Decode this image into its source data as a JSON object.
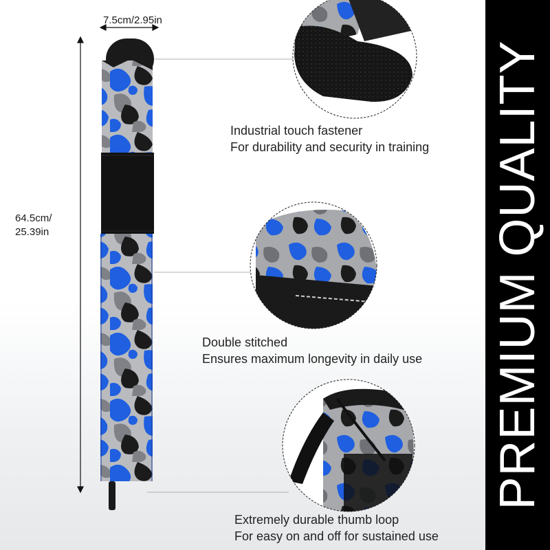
{
  "banner": {
    "text": "PREMIUM QUALITY"
  },
  "dimensions": {
    "width": "7.5cm/2.95in",
    "length_line1": "64.5cm/",
    "length_line2": "25.39in"
  },
  "features": [
    {
      "title": "Industrial touch fastener",
      "subtitle": "For durability and security in training"
    },
    {
      "title": "Double stitched",
      "subtitle": "Ensures maximum longevity in daily use"
    },
    {
      "title": "Extremely durable thumb loop",
      "subtitle": "For easy on and off for sustained use"
    }
  ],
  "colors": {
    "camo_blue": "#1f5fe0",
    "camo_gray": "#9a9ca0",
    "camo_black": "#1b1b1b",
    "strap_black": "#141414"
  }
}
